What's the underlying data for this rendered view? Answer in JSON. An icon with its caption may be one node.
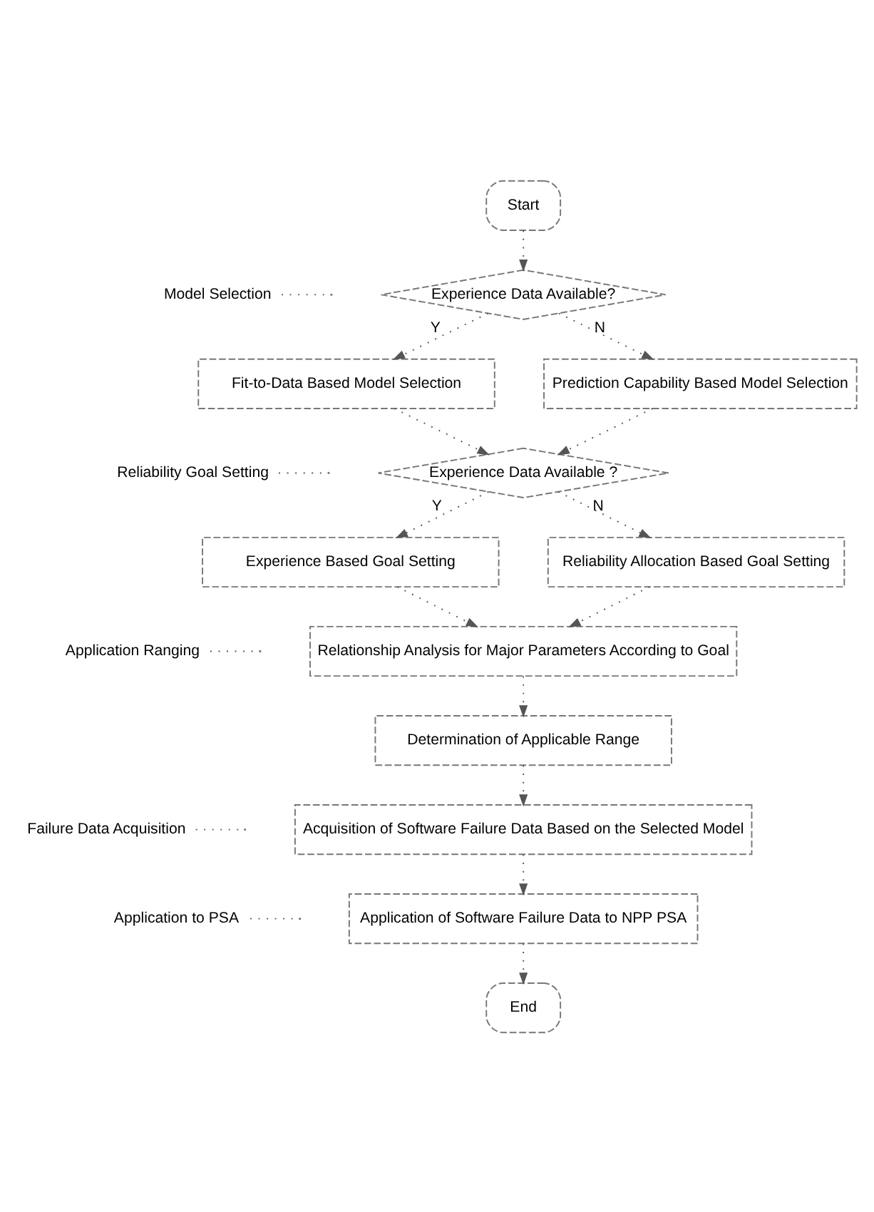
{
  "diagram": {
    "nodes": [
      {
        "text": [
          "Start"
        ]
      },
      {
        "text": [
          "Model Selection"
        ]
      },
      {
        "text": [
          "Experience Data Available?"
        ]
      },
      {
        "text": [
          "Fit-to-Data Based Model Selection"
        ]
      },
      {
        "text": [
          "Prediction Capability Based Model Selection"
        ]
      },
      {
        "text": [
          "Reliability Goal Setting"
        ]
      },
      {
        "text": [
          "Experience Data Available ?"
        ]
      },
      {
        "text": [
          "Experience Based Goal Setting"
        ]
      },
      {
        "text": [
          "Reliability Allocation Based Goal Setting"
        ]
      },
      {
        "text": [
          "Application Ranging"
        ]
      },
      {
        "text": [
          "Relationship Analysis for Major Parameters According to Goal"
        ]
      },
      {
        "text": [
          "Determination of Applicable Range"
        ]
      },
      {
        "text": [
          "Failure Data Acquisition"
        ]
      },
      {
        "text": [
          "Acquisition of Software Failure Data Based on the Selected Model"
        ]
      },
      {
        "text": [
          "Application to PSA"
        ]
      },
      {
        "text": [
          "Application of Software Failure Data to NPP PSA"
        ]
      },
      {
        "text": [
          "End"
        ]
      }
    ],
    "edges": [
      {
        "from": 0,
        "to": 2,
        "arrow": "to"
      },
      {
        "from": 1,
        "to": null,
        "arrow": "none"
      },
      {
        "from": 2,
        "to": 3,
        "arrow": "to",
        "label": "Y"
      },
      {
        "from": 2,
        "to": 4,
        "arrow": "to",
        "label": "N"
      },
      {
        "from": 3,
        "to": 6,
        "arrow": "to"
      },
      {
        "from": 4,
        "to": 6,
        "arrow": "to"
      },
      {
        "from": 5,
        "to": null,
        "arrow": "none"
      },
      {
        "from": 6,
        "to": 7,
        "arrow": "to",
        "label": "Y"
      },
      {
        "from": 6,
        "to": 8,
        "arrow": "to",
        "label": "N"
      },
      {
        "from": 7,
        "to": 10,
        "arrow": "to"
      },
      {
        "from": 8,
        "to": 10,
        "arrow": "to"
      },
      {
        "from": 9,
        "to": null,
        "arrow": "none"
      },
      {
        "from": 10,
        "to": 11,
        "arrow": "to"
      },
      {
        "from": 11,
        "to": 13,
        "arrow": "to"
      },
      {
        "from": 12,
        "to": null,
        "arrow": "none"
      },
      {
        "from": 13,
        "to": 15,
        "arrow": "to"
      },
      {
        "from": 14,
        "to": null,
        "arrow": "none"
      },
      {
        "from": 15,
        "to": 16,
        "arrow": "to"
      }
    ]
  }
}
